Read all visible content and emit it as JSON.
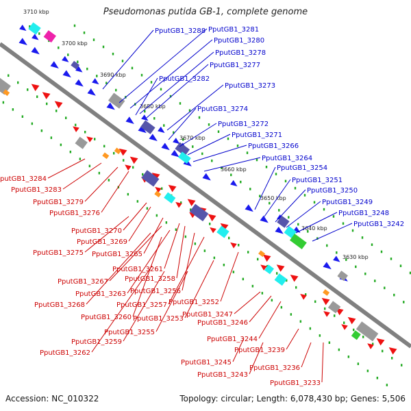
{
  "title": "Pseudomonas putida GB-1, complete genome",
  "footer": {
    "accession": "Accession: NC_010322",
    "summary": "Topology: circular; Length: 6,078,430 bp; Genes: 5,506"
  },
  "colors": {
    "backbone": "#808080",
    "forward_strand": "#1a1aee",
    "reverse_strand": "#ee1111",
    "label_forward": "#0000cc",
    "label_reverse": "#cc0000",
    "ruler_dots": "#22aa22",
    "cog_cyan": "#22eeee",
    "cog_navy": "#5555aa",
    "cog_orange": "#ff9922",
    "cog_gray": "#999999",
    "cog_green": "#33cc33",
    "cog_magenta": "#ee22aa"
  },
  "ticks": [
    "3710 kbp",
    "3700 kbp",
    "3690 kbp",
    "3680 kbp",
    "3670 kbp",
    "3660 kbp",
    "3650 kbp",
    "3640 kbp",
    "3630 kbp"
  ],
  "labels_forward": [
    "PputGB1_3288",
    "PputGB1_3281",
    "PputGB1_3280",
    "PputGB1_3278",
    "PputGB1_3277",
    "PputGB1_3282",
    "PputGB1_3273",
    "PputGB1_3274",
    "PputGB1_3272",
    "PputGB1_3271",
    "PputGB1_3266",
    "PputGB1_3264",
    "PputGB1_3254",
    "PputGB1_3251",
    "PputGB1_3250",
    "PputGB1_3249",
    "PputGB1_3248",
    "PputGB1_3242"
  ],
  "labels_reverse": [
    "PputGB1_3284",
    "PputGB1_3283",
    "PputGB1_3279",
    "PputGB1_3276",
    "PputGB1_3270",
    "PputGB1_3269",
    "PputGB1_3275",
    "PputGB1_3265",
    "PputGB1_3261",
    "PputGB1_3267",
    "PputGB1_3258",
    "PputGB1_3263",
    "PputGB1_3256",
    "PputGB1_3268",
    "PputGB1_3257",
    "PputGB1_3252",
    "PputGB1_3260",
    "PputGB1_3253",
    "PputGB1_3247",
    "PputGB1_3246",
    "PputGB1_3255",
    "PputGB1_3259",
    "PputGB1_3244",
    "PputGB1_3262",
    "PputGB1_3239",
    "PputGB1_3245",
    "PputGB1_3236",
    "PputGB1_3243",
    "PputGB1_3233"
  ]
}
